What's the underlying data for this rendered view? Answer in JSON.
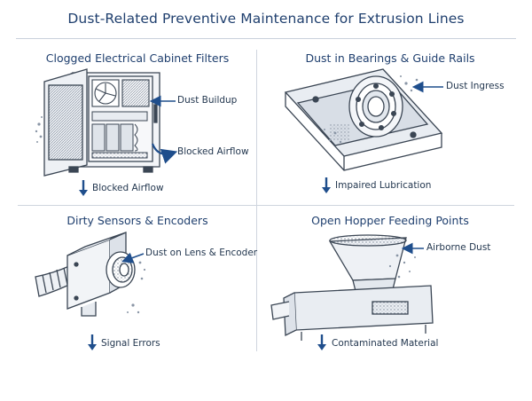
{
  "title": "Dust-Related Preventive Maintenance for Extrusion Lines",
  "panels": [
    {
      "title": "Clogged Electrical Cabinet Filters",
      "callouts": [
        "Dust Buildup",
        "Blocked Airflow"
      ],
      "caption": "Blocked Airflow",
      "icons": [
        "electrical-cabinet-icon",
        "fan-icon",
        "filter-icon",
        "airflow-arrow-icon"
      ]
    },
    {
      "title": "Dust in Bearings & Guide Rails",
      "callouts": [
        "Dust Ingress"
      ],
      "caption": "Impaired Lubrication",
      "icons": [
        "bearing-icon",
        "guide-rail-icon"
      ]
    },
    {
      "title": "Dirty Sensors & Encoders",
      "callouts": [
        "Dust on Lens & Encoder"
      ],
      "caption": "Signal Errors",
      "icons": [
        "sensor-icon",
        "cable-icon"
      ]
    },
    {
      "title": "Open Hopper Feeding Points",
      "callouts": [
        "Airborne Dust"
      ],
      "caption": "Contaminated Material",
      "icons": [
        "hopper-icon",
        "feeder-icon"
      ]
    }
  ],
  "colors": {
    "accent": "#1f4e8c",
    "line": "#3b4654",
    "dust": "#8a96a6"
  }
}
